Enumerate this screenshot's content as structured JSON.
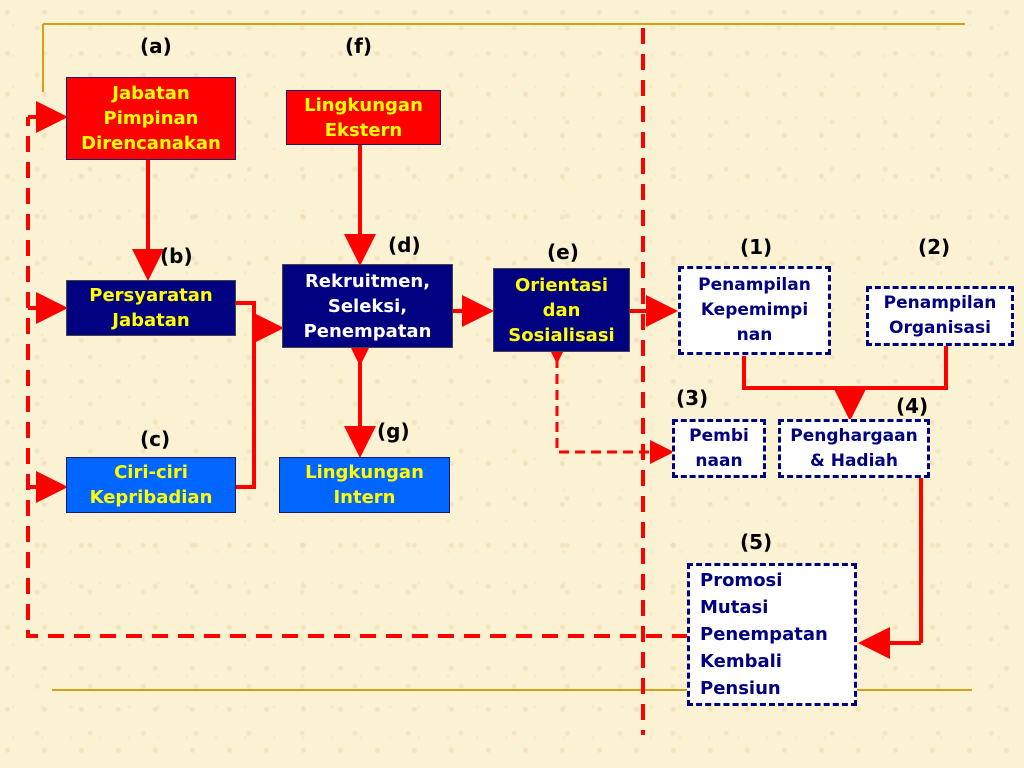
{
  "labels": {
    "a": "(a)",
    "f": "(f)",
    "b": "(b)",
    "c": "(c)",
    "d": "(d)",
    "e": "(e)",
    "g": "(g)",
    "n1": "(1)",
    "n2": "(2)",
    "n3": "(3)",
    "n4": "(4)",
    "n5": "(5)"
  },
  "boxes": {
    "jabatan_pimpinan": "Jabatan\nPimpinan\nDirencanakan",
    "lingkungan_ekstern": "Lingkungan\nEkstern",
    "persyaratan_jabatan": "Persyaratan\nJabatan",
    "rekruitmen": "Rekruitmen,\nSeleksi,\nPenempatan",
    "orientasi": "Orientasi\ndan\nSosialisasi",
    "ciri_ciri": "Ciri-ciri\nKepribadian",
    "lingkungan_intern": "Lingkungan\nIntern",
    "penampilan_kepemimpinan": "Penampilan\nKepemimpi\nnan",
    "penampilan_organisasi": "Penampilan\nOrganisasi",
    "pembinaan": "Pembi\nnaan",
    "penghargaan": "Penghargaan & Hadiah",
    "promosi": "Promosi\nMutasi\nPenempatan\nKembali\nPensiun"
  },
  "colors": {
    "arrow_red": "#ff0000",
    "frame_gold": "#d4a017",
    "box_red": "#ff0000",
    "box_navy": "#000080",
    "box_blue": "#0066ff",
    "text_yellow": "#ffff00"
  }
}
